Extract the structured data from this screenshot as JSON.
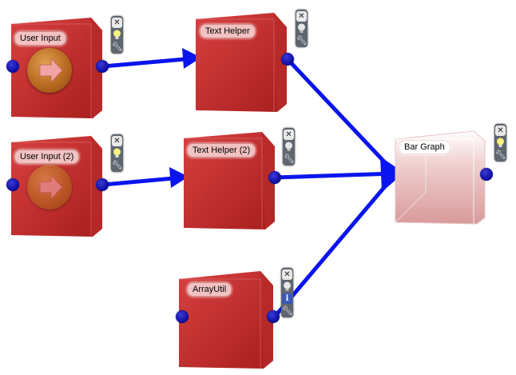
{
  "nodes": {
    "user_input": {
      "label": "User Input"
    },
    "user_input_2": {
      "label": "User Input (2)"
    },
    "text_helper": {
      "label": "Text Helper"
    },
    "text_helper_2": {
      "label": "Text Helper (2)"
    },
    "array_util": {
      "label": "ArrayUtil"
    },
    "bar_graph": {
      "label": "Bar Graph"
    }
  },
  "icons": {
    "close": "close-icon",
    "bulb": "bulb-icon",
    "info": "info-icon",
    "wrench": "wrench-icon",
    "play": "play-arrow-icon"
  },
  "colors": {
    "node_red": "#c93232",
    "wire_blue": "#0a14ee",
    "port_blue": "#0a0a9a",
    "bar_graph_pink": "#e8b4b4"
  }
}
